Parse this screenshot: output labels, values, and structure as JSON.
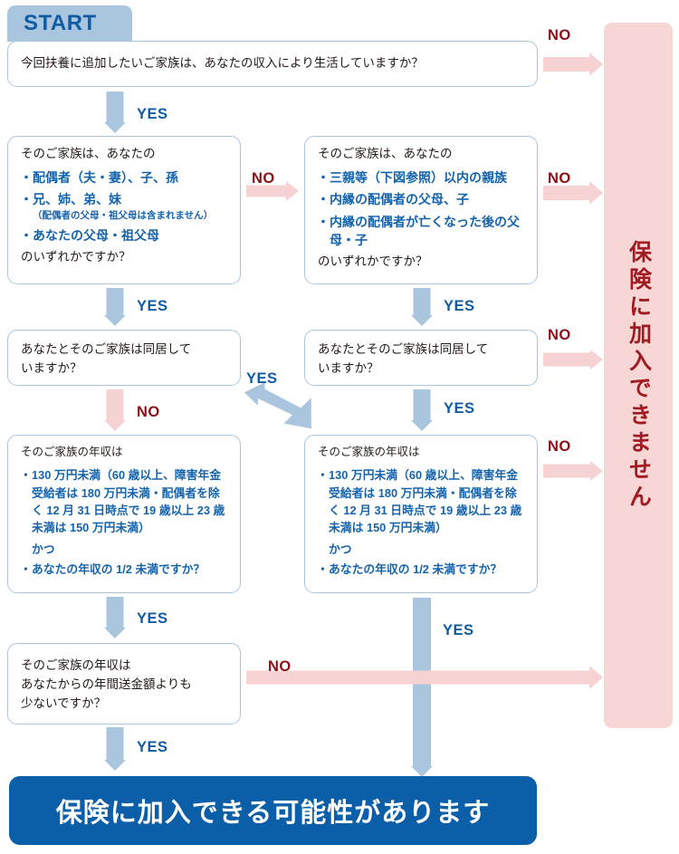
{
  "meta": {
    "title": "扶養家族 判定フローチャート",
    "colors": {
      "blue_accent": "#0f5ca3",
      "blue_light": "#a9c6de",
      "blue_deep": "#0b5ea8",
      "pink_arrow": "#f6d3d2",
      "pink_panel": "#f7d6d6",
      "red_label": "#8c0f15",
      "ng_text": "#a01b22",
      "text_dark": "#231916",
      "text_blue": "#1463ac"
    }
  },
  "start": {
    "tab_label": "START",
    "question": "今回扶養に追加したいご家族は、あなたの収入により生活していますか？"
  },
  "boxes": {
    "relation_left": {
      "lead": "そのご家族は、あなたの",
      "items": [
        "配偶者（夫・妻）、子、孫",
        "兄、姉、弟、妹",
        "あなたの父母・祖父母"
      ],
      "note": "（配偶者の父母・祖父母は含まれません）",
      "tail": "のいずれかですか？"
    },
    "relation_right": {
      "lead": "そのご家族は、あなたの",
      "items": [
        "三親等（下図参照）以内の親族",
        "内縁の配偶者の父母、子",
        "内縁の配偶者が亡くなった後の父母・子"
      ],
      "tail": "のいずれかですか？"
    },
    "cohabit_left": {
      "text": "あなたとそのご家族は同居して\nいますか？"
    },
    "cohabit_right": {
      "text": "あなたとそのご家族は同居して\nいますか？"
    },
    "income_left": {
      "lead": "そのご家族の年収は",
      "item1": "130 万円未満（60 歳以上、障害年金受給者は 180 万円未満・配偶者を除く 12 月 31 日時点で 19 歳以上 23 歳未満は 150 万円未満）",
      "katsu": "かつ",
      "item2": "あなたの年収の 1/2 未満ですか？"
    },
    "income_right": {
      "lead": "そのご家族の年収は",
      "item1": "130 万円未満（60 歳以上、障害年金受給者は 180 万円未満・配偶者を除く 12 月 31 日時点で 19 歳以上 23 歳未満は 150 万円未満）",
      "katsu": "かつ",
      "item2": "あなたの年収の 1/2 未満ですか？"
    },
    "remittance": {
      "text": "そのご家族の年収は\nあなたからの年間送金額よりも\n少ないですか？"
    }
  },
  "results": {
    "ng": "保険に加入できません",
    "ok": "保険に加入できる可能性があります"
  },
  "labels": {
    "yes": "YES",
    "no": "NO"
  },
  "edges": [
    {
      "id": "start-no",
      "label": "NO",
      "kind": "pink-right"
    },
    {
      "id": "start-yes",
      "label": "YES",
      "kind": "blue-down"
    },
    {
      "id": "relation-left-no",
      "label": "NO",
      "kind": "pink-right"
    },
    {
      "id": "relation-right-no",
      "label": "NO",
      "kind": "pink-right"
    },
    {
      "id": "relation-left-yes",
      "label": "YES",
      "kind": "blue-down"
    },
    {
      "id": "relation-right-yes",
      "label": "YES",
      "kind": "blue-down"
    },
    {
      "id": "cohabit-left-no",
      "label": "NO",
      "kind": "pink-down"
    },
    {
      "id": "cohabit-left-yes",
      "label": "YES",
      "kind": "blue-diagonal"
    },
    {
      "id": "cohabit-right-no",
      "label": "NO",
      "kind": "pink-right"
    },
    {
      "id": "cohabit-right-yes",
      "label": "YES",
      "kind": "blue-down"
    },
    {
      "id": "income-left-yes",
      "label": "YES",
      "kind": "blue-down"
    },
    {
      "id": "income-right-no",
      "label": "NO",
      "kind": "pink-right"
    },
    {
      "id": "income-right-yes",
      "label": "YES",
      "kind": "blue-down-long"
    },
    {
      "id": "remittance-no",
      "label": "NO",
      "kind": "pink-right-long"
    },
    {
      "id": "remittance-yes",
      "label": "YES",
      "kind": "blue-down"
    }
  ]
}
